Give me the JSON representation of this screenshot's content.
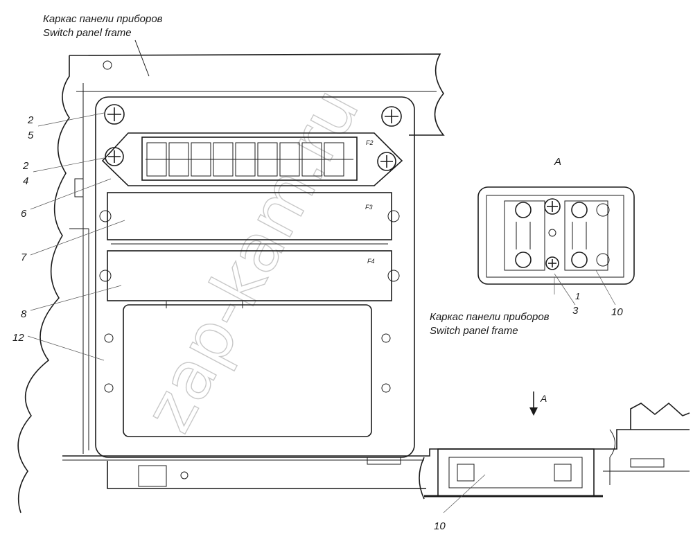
{
  "caption_top": {
    "ru": "Каркас панели приборов",
    "en": "Switch panel frame"
  },
  "caption_detail": {
    "ru": "Каркас панели приборов",
    "en": "Switch panel frame"
  },
  "view_label": "А",
  "view_arrow_label": "А",
  "fuse_blocks": [
    "F2",
    "F3",
    "F4"
  ],
  "callouts_left": [
    "2",
    "5",
    "2",
    "4",
    "6",
    "7",
    "8",
    "12"
  ],
  "callouts_detail": [
    "1",
    "3",
    "10"
  ],
  "callout_bottom": "10",
  "watermark": "zap-kam.ru"
}
